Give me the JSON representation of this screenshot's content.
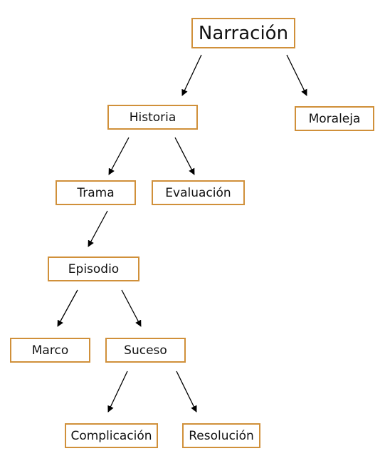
{
  "diagram": {
    "nodes": {
      "narracion": "Narración",
      "historia": "Historia",
      "moraleja": "Moraleja",
      "trama": "Trama",
      "evaluacion": "Evaluación",
      "episodio": "Episodio",
      "marco": "Marco",
      "suceso": "Suceso",
      "complicacion": "Complicación",
      "resolucion": "Resolución"
    },
    "edges": [
      [
        "narracion",
        "historia"
      ],
      [
        "narracion",
        "moraleja"
      ],
      [
        "historia",
        "trama"
      ],
      [
        "historia",
        "evaluacion"
      ],
      [
        "trama",
        "episodio"
      ],
      [
        "episodio",
        "marco"
      ],
      [
        "episodio",
        "suceso"
      ],
      [
        "suceso",
        "complicacion"
      ],
      [
        "suceso",
        "resolucion"
      ]
    ],
    "colors": {
      "box_border": "#d0903a",
      "arrow": "#000000"
    }
  }
}
